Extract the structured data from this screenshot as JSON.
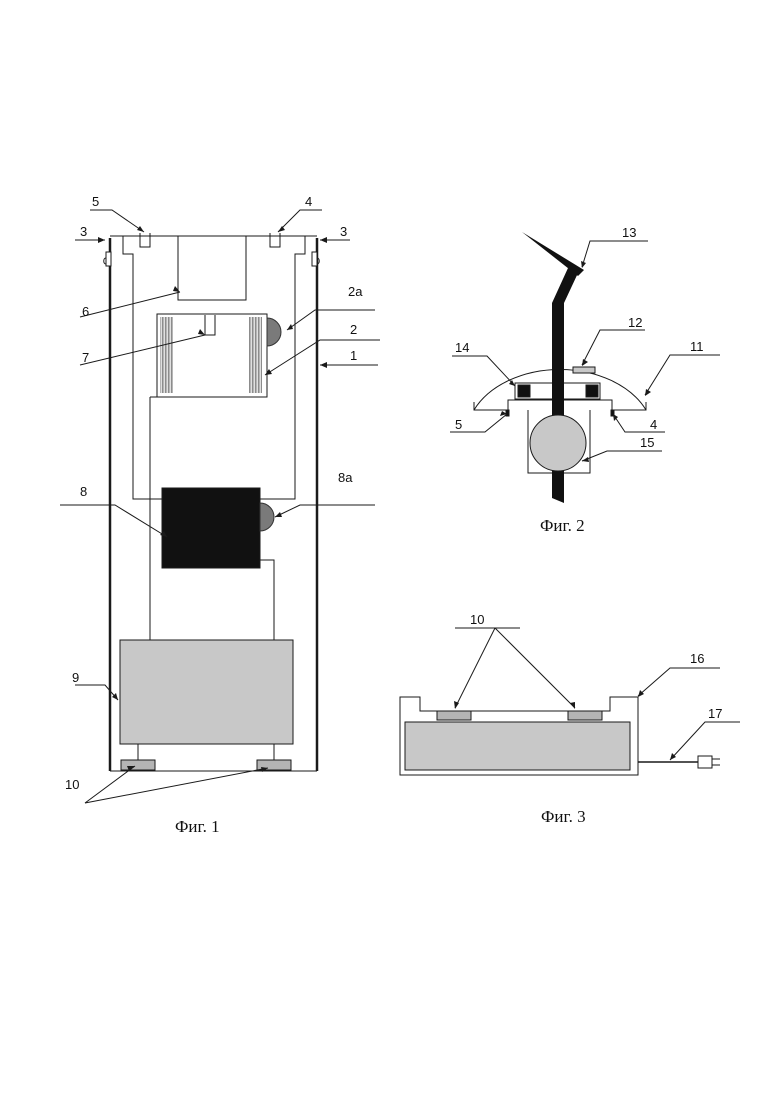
{
  "figures": {
    "fig1": {
      "caption": "Фиг. 1",
      "labels": {
        "l5": "5",
        "l4": "4",
        "l3_left": "3",
        "l3_right": "3",
        "l2a": "2а",
        "l6": "6",
        "l2": "2",
        "l7": "7",
        "l1": "1",
        "l8a": "8а",
        "l8": "8",
        "l9": "9",
        "l10": "10"
      }
    },
    "fig2": {
      "caption": "Фиг. 2",
      "labels": {
        "l13": "13",
        "l12": "12",
        "l11": "11",
        "l14": "14",
        "l5": "5",
        "l4": "4",
        "l15": "15"
      }
    },
    "fig3": {
      "caption": "Фиг. 3",
      "labels": {
        "l10": "10",
        "l16": "16",
        "l17": "17"
      }
    }
  },
  "colors": {
    "line": "#1a1a1a",
    "gray_fill": "#c8c8c8",
    "pad_fill": "#b4b4b4",
    "dark_block": "#111111",
    "knob": "#7a7a7a",
    "hatch": "#8c8c8c"
  }
}
